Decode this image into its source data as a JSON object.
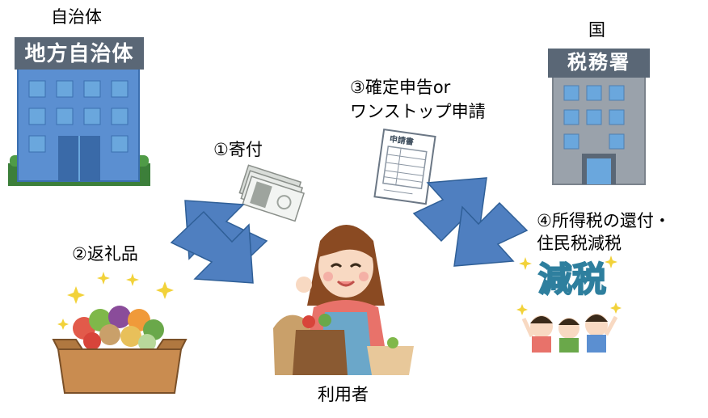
{
  "nodes": {
    "municipality": {
      "label": "自治体",
      "sign": "地方自治体"
    },
    "state": {
      "label": "国",
      "sign": "税務署"
    },
    "user": {
      "label": "利用者"
    }
  },
  "steps": {
    "donation": "①寄付",
    "gift": "②返礼品",
    "filing_line1": "③確定申告or",
    "filing_line2": "ワンストップ申請",
    "refund_line1": "④所得税の還付・",
    "refund_line2": "住民税減税"
  },
  "illustrations": {
    "application_form_title": "申請書",
    "tax_cut_sign": "減税"
  },
  "colors": {
    "arrow": "#4f7fc0",
    "arrow_outline": "#2f5f97",
    "building_blue": "#5b8fd1",
    "building_gray": "#9aa2ab",
    "window": "#6aa7dd"
  }
}
